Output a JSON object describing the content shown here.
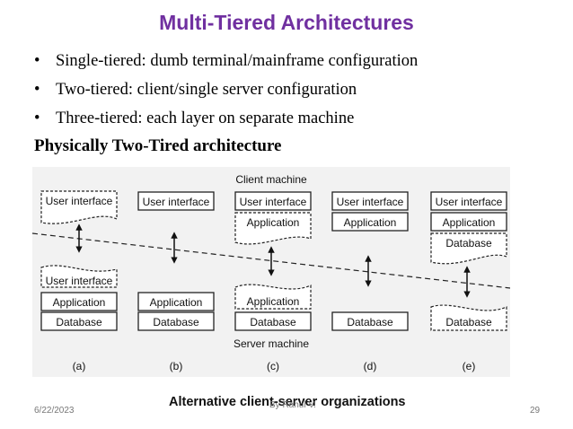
{
  "slide": {
    "title": "Multi-Tiered Architectures",
    "bullets": [
      "Single-tiered: dumb terminal/mainframe configuration",
      "Two-tiered: client/single server configuration",
      "Three-tiered: each layer on separate machine"
    ],
    "bullet_symbol": "•",
    "subheading": "Physically Two-Tired architecture"
  },
  "figure": {
    "client_label": "Client machine",
    "server_label": "Server machine",
    "caption": "Alternative client-server organizations",
    "box_labels": {
      "ui": "User interface",
      "app": "Application",
      "db": "Database"
    },
    "panel_labels": [
      "(a)",
      "(b)",
      "(c)",
      "(d)",
      "(e)"
    ]
  },
  "footer": {
    "date": "6/22/2023",
    "author": "By Rahul V.",
    "page": "29"
  }
}
